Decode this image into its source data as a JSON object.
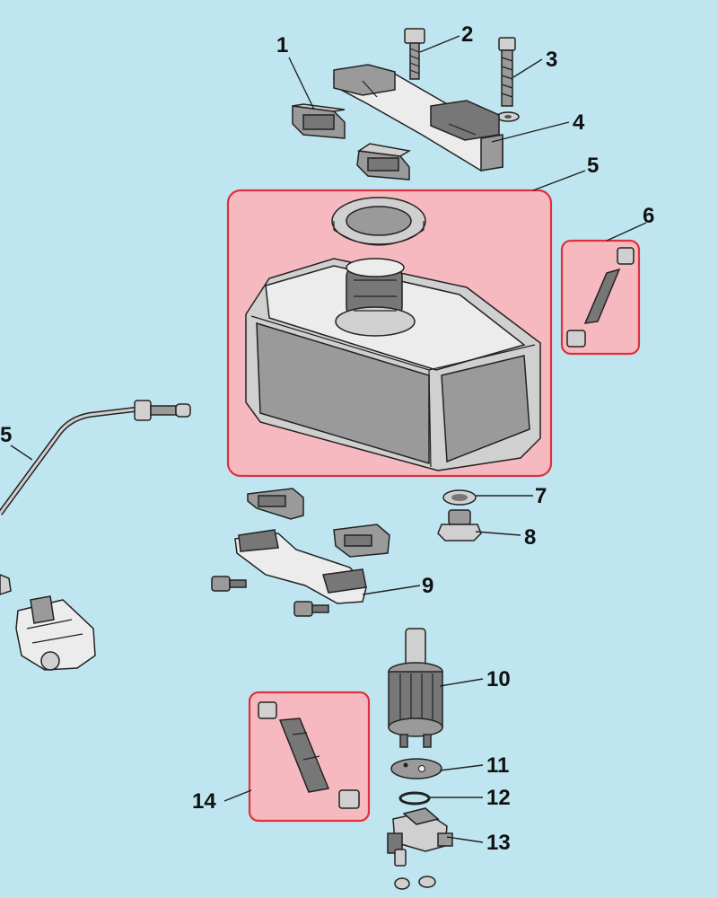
{
  "callouts": {
    "c1": "1",
    "c2": "2",
    "c3": "3",
    "c4": "4",
    "c5": "5",
    "c5_left": "5",
    "c6": "6",
    "c7": "7",
    "c8": "8",
    "c9": "9",
    "c10": "10",
    "c11": "11",
    "c12": "12",
    "c13": "13",
    "c14": "14"
  },
  "colors": {
    "background": "#bfe6f0",
    "highlight_fill": "#f6b9bf",
    "highlight_border": "#e0303c"
  }
}
